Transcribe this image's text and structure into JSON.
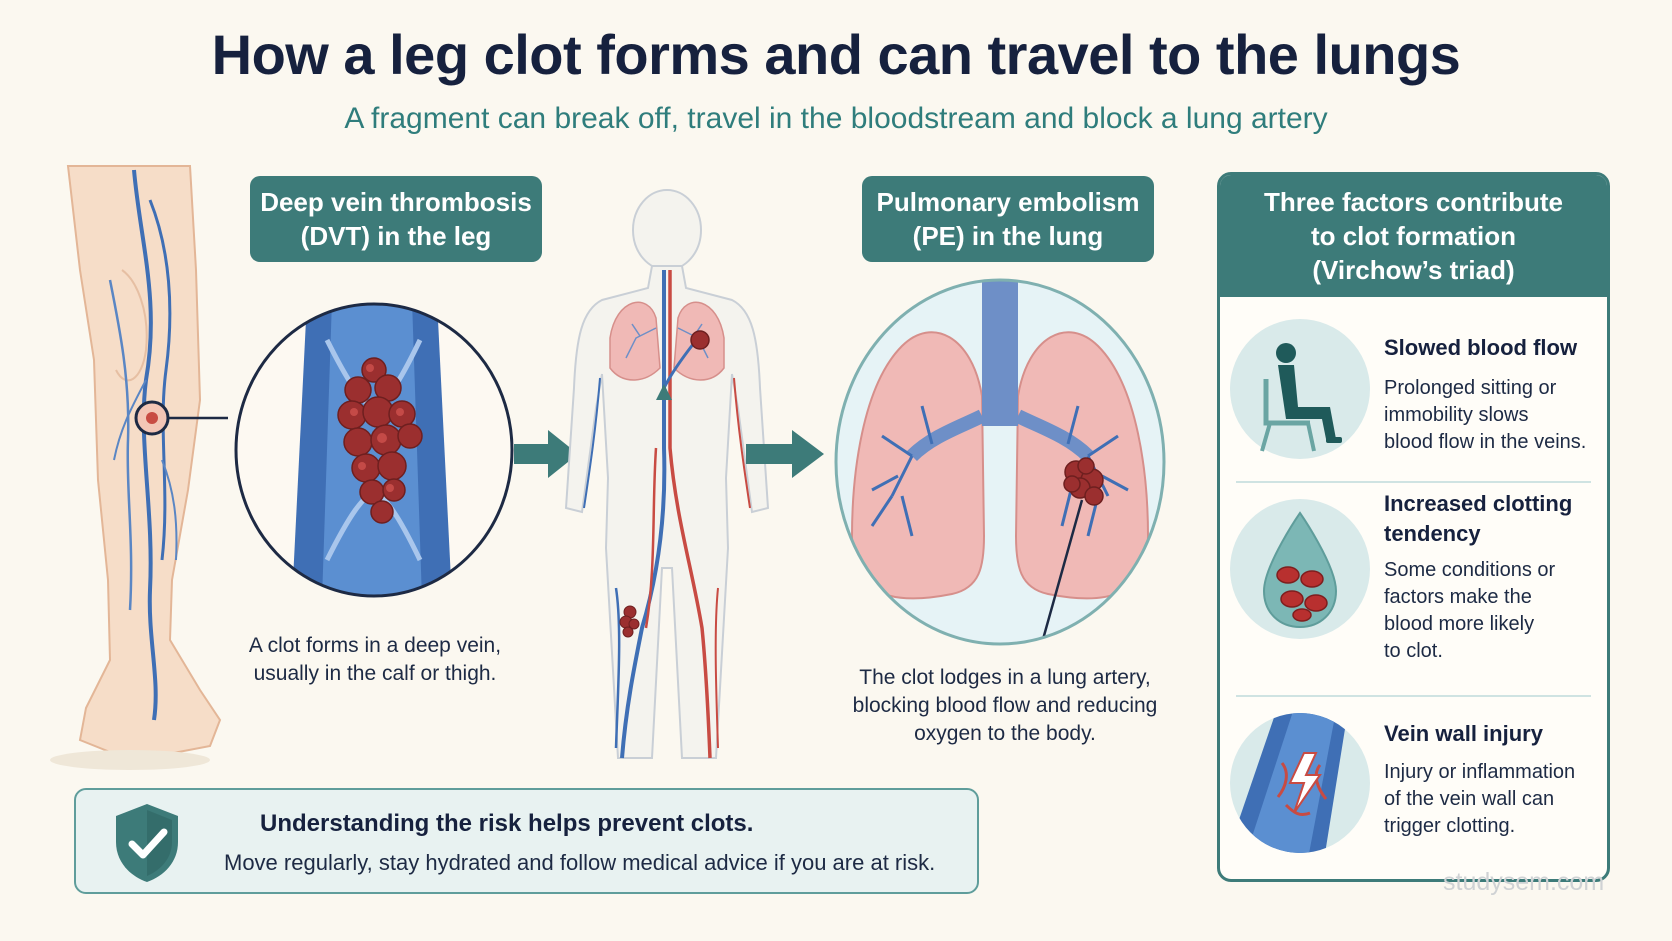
{
  "title": "How a leg clot forms and can travel to the lungs",
  "subtitle": "A fragment can break off, travel in the bloodstream and block a lung artery",
  "dvt": {
    "label_line1": "Deep vein thrombosis",
    "label_line2": "(DVT) in the leg",
    "caption_line1": "A clot forms in a deep vein,",
    "caption_line2": "usually in the calf or thigh."
  },
  "pe": {
    "label_line1": "Pulmonary embolism",
    "label_line2": "(PE) in the lung",
    "caption_line1": "The clot lodges in a lung artery,",
    "caption_line2": "blocking blood flow and reducing",
    "caption_line3": "oxygen to the body."
  },
  "triad": {
    "header_line1": "Three factors contribute",
    "header_line2": "to clot formation",
    "header_line3": "(Virchow’s triad)",
    "factors": [
      {
        "title": "Slowed blood flow",
        "desc_lines": [
          "Prolonged sitting or",
          "immobility slows",
          "blood flow in the veins."
        ],
        "icon": "seated-person-icon"
      },
      {
        "title_lines": [
          "Increased clotting",
          "tendency"
        ],
        "desc_lines": [
          "Some conditions or",
          "factors make the",
          "blood more likely",
          "to clot."
        ],
        "icon": "blood-drop-icon"
      },
      {
        "title": "Vein wall injury",
        "desc_lines": [
          "Injury or inflammation",
          "of the vein wall can",
          "trigger clotting."
        ],
        "icon": "injured-vein-icon"
      }
    ]
  },
  "risk": {
    "title": "Understanding the risk helps prevent clots.",
    "desc": "Move regularly, stay hydrated and follow medical advice if you are at risk.",
    "icon": "shield-check-icon"
  },
  "watermark": "studysem.com",
  "colors": {
    "teal": "#3d7b79",
    "vein_blue": "#3f6fb5",
    "artery_red": "#c84b43",
    "clot_red": "#9b2f2f",
    "lung_pink": "#f0b9b6",
    "background": "#fbf8f0"
  }
}
